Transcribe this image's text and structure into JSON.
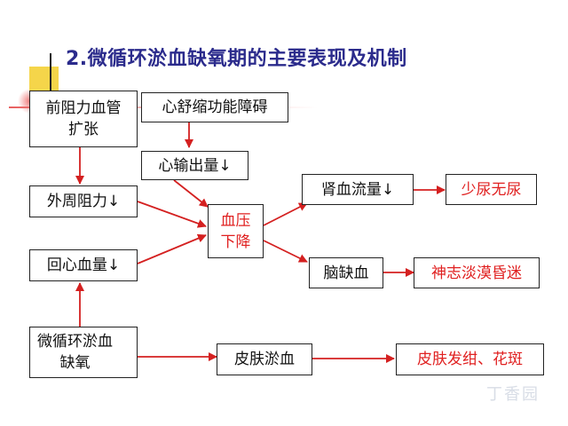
{
  "title": "2.微循环淤血缺氧期的主要表现及机制",
  "nodes": {
    "precap_dilation": "前阻力血管\n扩张",
    "cardiac_dysfunction": "心舒缩功能障碍",
    "cardiac_output": "心输出量↓",
    "peripheral_resistance": "外周阻力↓",
    "venous_return": "回心血量↓",
    "bp_drop": "血压\n下降",
    "renal_flow": "肾血流量↓",
    "oliguria": "少尿无尿",
    "brain_ischemia": "脑缺血",
    "consciousness": "神志淡漠昏迷",
    "micro_stasis": "微循环淤血\n缺氧",
    "skin_stasis": "皮肤淤血",
    "skin_cyanosis": "皮肤发绀、花斑"
  },
  "watermark": "丁香园",
  "colors": {
    "title": "#2b2b8c",
    "arrow": "#d42020",
    "red_text": "#e02020",
    "box_border": "#222222"
  }
}
